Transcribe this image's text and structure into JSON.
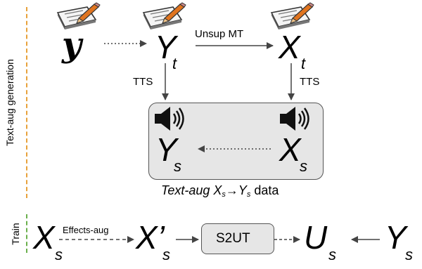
{
  "side_labels": {
    "generation": "Text-aug generation",
    "train": "Train"
  },
  "colors": {
    "generation_bar": "#e8a23b",
    "train_bar": "#6ab04c",
    "box_fill": "#e6e6e6",
    "box_border": "#555555",
    "arrow": "#444444",
    "pen_orange": "#e0741f"
  },
  "icons": [
    "document-pen-icon",
    "speaker-icon"
  ],
  "generation": {
    "source_text": "y",
    "yt_main": "Y",
    "yt_sub": "t",
    "xt_main": "X",
    "xt_sub": "t",
    "unsup_mt_label": "Unsup MT",
    "tts_left_label": "TTS",
    "tts_right_label": "TTS",
    "ys_main": "Y",
    "ys_sub": "s",
    "xs_main": "X",
    "xs_sub": "s"
  },
  "caption": {
    "prefix": "Text-aug X",
    "sub1": "s",
    "arrow": "→",
    "mid": "Y",
    "sub2": "s",
    "suffix": " data"
  },
  "train": {
    "xs_main": "X",
    "xs_sub": "s",
    "effects_label": "Effects-aug",
    "xps_main": "X’",
    "xps_sub": "s",
    "model_label": "S2UT",
    "us_main": "U",
    "us_sub": "s",
    "ys_main": "Y",
    "ys_sub": "s"
  }
}
